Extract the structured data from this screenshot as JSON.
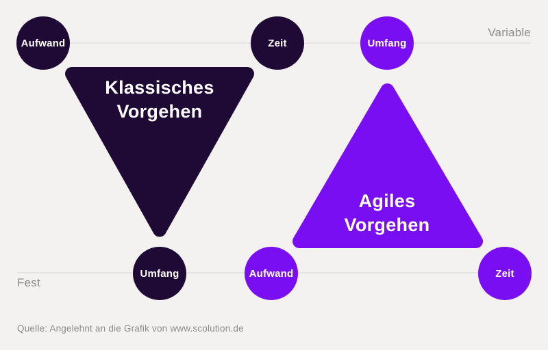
{
  "colors": {
    "background": "#f3f2f0",
    "classic_dark": "#1e0a34",
    "agile_purple": "#7a0ef2",
    "axis_line": "#e5e4e2",
    "muted_text": "#8c8b89",
    "shape_text": "#ffffff"
  },
  "axis": {
    "variable_label": "Variable",
    "fest_label": "Fest"
  },
  "classic": {
    "title": "Klassisches\nVorgehen",
    "nodes": {
      "top_left": "Aufwand",
      "top_right": "Zeit",
      "bottom": "Umfang"
    }
  },
  "agile": {
    "title": "Agiles\nVorgehen",
    "nodes": {
      "top": "Umfang",
      "bottom_left": "Aufwand",
      "bottom_right": "Zeit"
    }
  },
  "source": "Quelle: Angelehnt an die Grafik von www.scolution.de"
}
